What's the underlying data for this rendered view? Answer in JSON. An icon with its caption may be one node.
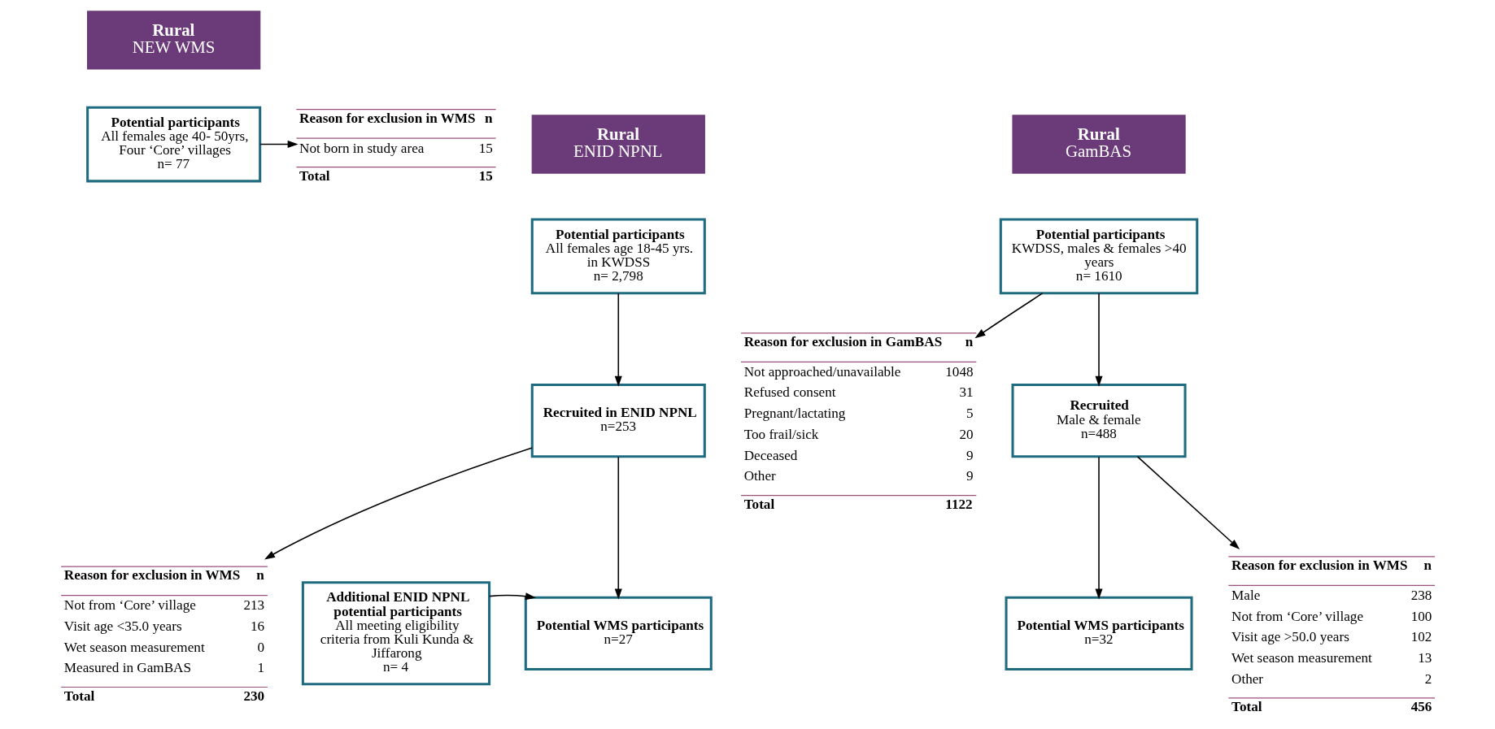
{
  "diagram": {
    "nodes": [
      {
        "text": [
          "Rural",
          "NEW WMS"
        ]
      },
      {
        "text": [
          "Potential participants",
          "All females age 40- 50yrs, Four ‘Core’ villages",
          "n= 77"
        ]
      },
      {
        "text": [
          "Reason for exclusion in WMS",
          "n",
          "Not born in study area",
          "15",
          "Total",
          "15"
        ]
      },
      {
        "text": [
          "Rural",
          "ENID NPNL"
        ]
      },
      {
        "text": [
          "Potential participants",
          "All females age 18-45 yrs. in KWDSS",
          "n= 2,798"
        ]
      },
      {
        "text": [
          "Recruited in ENID NPNL",
          "n=253"
        ]
      },
      {
        "text": [
          "Additional ENID NPNL potential participants",
          "All meeting eligibility criteria from Kuli Kunda & Jiffarong",
          "n= 4"
        ]
      },
      {
        "text": [
          "Potential WMS participants",
          "n=27"
        ]
      },
      {
        "text": [
          "Reason for exclusion in WMS",
          "n",
          "Not from ‘Core’ village",
          "213",
          "Visit age <35.0 years",
          "16",
          "Wet season measurement",
          "0",
          "Measured in GamBAS",
          "1",
          "Total",
          "230"
        ]
      },
      {
        "text": [
          "Rural",
          "GamBAS"
        ]
      },
      {
        "text": [
          "Potential participants",
          "KWDSS, males & females >40 years",
          "n= 1610"
        ]
      },
      {
        "text": [
          "Reason for exclusion in GamBAS",
          "n",
          "Not approached/unavailable",
          "1048",
          "Refused consent",
          "31",
          "Pregnant/lactating",
          "5",
          "Too frail/sick",
          "20",
          "Deceased",
          "9",
          "Other",
          "9",
          "Total",
          "1122"
        ]
      },
      {
        "text": [
          "Recruited",
          "Male & female",
          "n=488"
        ]
      },
      {
        "text": [
          "Potential WMS participants",
          "n=32"
        ]
      },
      {
        "text": [
          "Reason for exclusion in WMS",
          "n",
          "Male",
          "238",
          "Not from ‘Core’ village",
          "100",
          "Visit age >50.0 years",
          "102",
          "Wet season measurement",
          "13",
          "Other",
          "2",
          "Total",
          "456"
        ]
      }
    ],
    "edges": [
      {
        "from": 1,
        "to": 2,
        "arrow": "to"
      },
      {
        "from": 4,
        "to": 5,
        "arrow": "to"
      },
      {
        "from": 5,
        "to": 7,
        "arrow": "to"
      },
      {
        "from": 5,
        "to": 8,
        "arrow": "to"
      },
      {
        "from": 6,
        "to": 7,
        "arrow": "to"
      },
      {
        "from": 10,
        "to": 12,
        "arrow": "to"
      },
      {
        "from": 10,
        "to": 11,
        "arrow": "to"
      },
      {
        "from": 12,
        "to": 13,
        "arrow": "to"
      },
      {
        "from": 12,
        "to": 14,
        "arrow": "to"
      }
    ]
  }
}
